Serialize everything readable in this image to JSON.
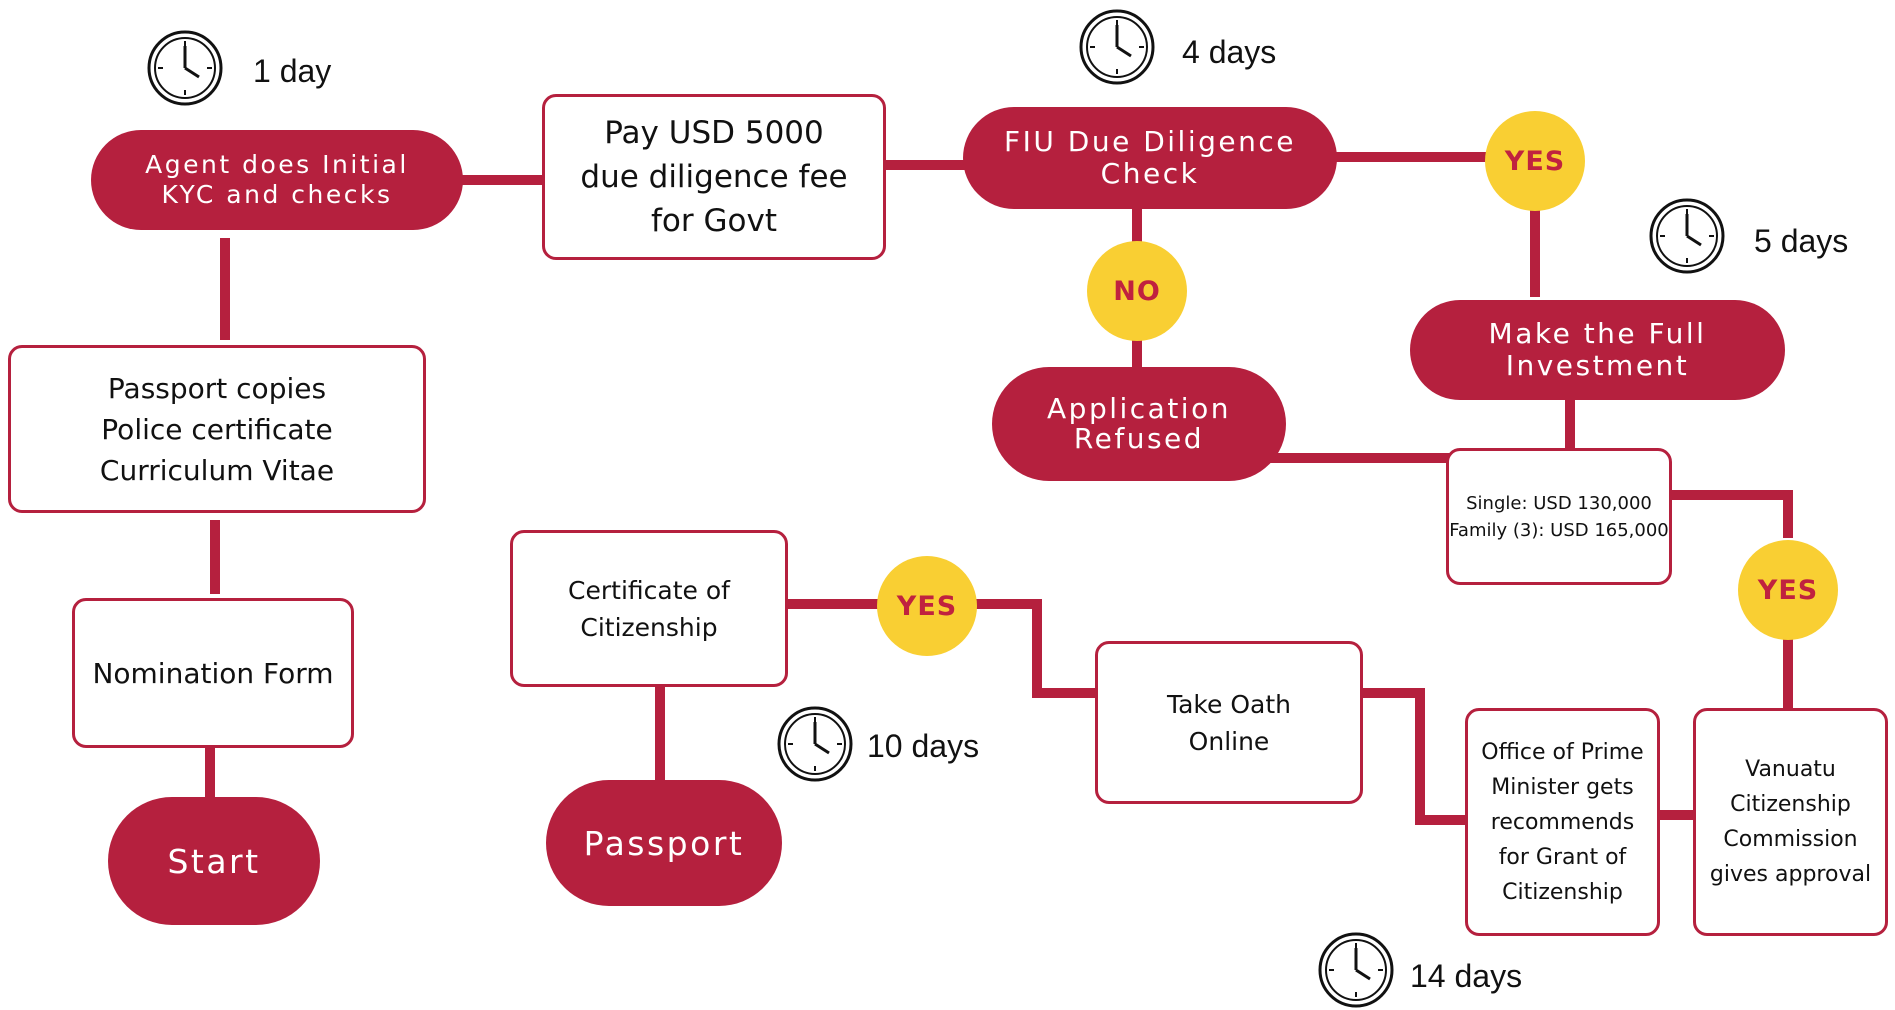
{
  "colors": {
    "primary": "#B5203E",
    "accent": "#F9CF33",
    "text": "#111111"
  },
  "nodes": {
    "agent_kyc": "Agent does Initial\nKYC and checks",
    "pay_fee": "Pay USD 5000\ndue diligence fee\nfor Govt",
    "fiu_check": "FIU Due Diligence\nCheck",
    "full_investment": "Make the Full\nInvestment",
    "application_refused": "Application\nRefused",
    "investment_amounts": "Single: USD 130,000\nFamily (3): USD 165,000",
    "documents": "Passport copies\nPolice certificate\nCurriculum Vitae",
    "nomination_form": "Nomination Form",
    "start": "Start",
    "certificate": "Certificate of\nCitizenship",
    "passport": "Passport",
    "take_oath": "Take Oath\nOnline",
    "pm_office": "Office of Prime\nMinister gets\nrecommends\nfor Grant of\nCitizenship",
    "commission": "Vanuatu\nCitizenship\nCommission\ngives approval"
  },
  "badges": {
    "yes_fiu": "YES",
    "no_fiu": "NO",
    "yes_investment": "YES",
    "yes_certificate": "YES"
  },
  "durations": {
    "kyc": "1 day",
    "fiu": "4 days",
    "investment": "5 days",
    "certificate": "10 days",
    "approval": "14 days"
  },
  "icons": {
    "timer": "clock-icon"
  }
}
